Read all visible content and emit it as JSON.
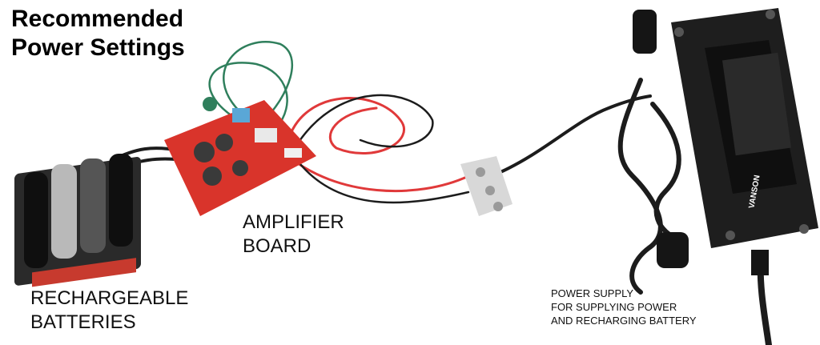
{
  "title": {
    "line1": "Recommended",
    "line2": "Power Settings"
  },
  "labels": {
    "amplifier": [
      "AMPLIFIER",
      "BOARD"
    ],
    "batteries": [
      "RECHARGEABLE",
      "BATTERIES"
    ],
    "power_supply": [
      "POWER SUPPLY",
      "FOR SUPPLYING POWER",
      "AND RECHARGING BATTERY"
    ]
  },
  "brand": {
    "power_supply_logo": "VANSON"
  },
  "colors": {
    "board_red": "#d9342b",
    "wire_red": "#e0393a",
    "wire_black": "#1c1c1c",
    "wire_green": "#2f7f5c",
    "adapter_body": "#1e1e1e"
  }
}
